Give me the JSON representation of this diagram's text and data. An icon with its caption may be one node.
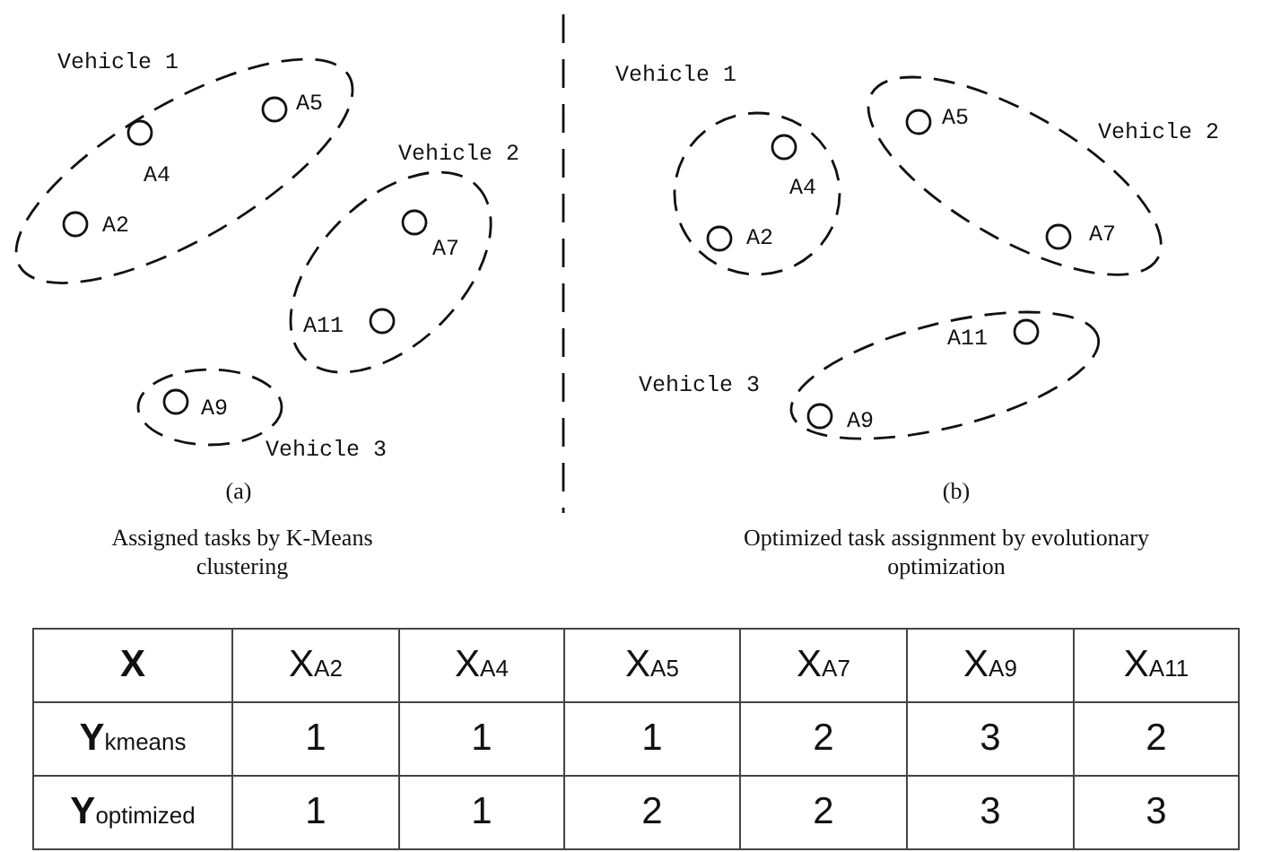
{
  "diagram": {
    "nodes": [
      {
        "text": [
          "Vehicle 1"
        ]
      },
      {
        "text": [],
        "shape": "circle",
        "in": 0,
        "beside": [
          "A2"
        ]
      },
      {
        "text": [],
        "shape": "circle",
        "in": 0,
        "beside": [
          "A4"
        ]
      },
      {
        "text": [],
        "shape": "circle",
        "in": 0,
        "beside": [
          "A5"
        ]
      },
      {
        "text": [
          "Vehicle 2"
        ]
      },
      {
        "text": [],
        "shape": "circle",
        "in": 4,
        "beside": [
          "A7"
        ]
      },
      {
        "text": [],
        "shape": "circle",
        "in": 4,
        "beside": [
          "A11"
        ]
      },
      {
        "text": [
          "Vehicle 3"
        ]
      },
      {
        "text": [],
        "shape": "circle",
        "in": 7,
        "beside": [
          "A9"
        ]
      },
      {
        "text": [
          "Vehicle 1"
        ]
      },
      {
        "text": [],
        "shape": "circle",
        "in": 9,
        "beside": [
          "A2"
        ]
      },
      {
        "text": [],
        "shape": "circle",
        "in": 9,
        "beside": [
          "A4"
        ]
      },
      {
        "text": [
          "Vehicle 2"
        ]
      },
      {
        "text": [],
        "shape": "circle",
        "in": 12,
        "beside": [
          "A5"
        ]
      },
      {
        "text": [],
        "shape": "circle",
        "in": 12,
        "beside": [
          "A7"
        ]
      },
      {
        "text": [
          "Vehicle 3"
        ]
      },
      {
        "text": [],
        "shape": "circle",
        "in": 15,
        "beside": [
          "A9"
        ]
      },
      {
        "text": [],
        "shape": "circle",
        "in": 15,
        "beside": [
          "A11"
        ]
      }
    ],
    "labels": [
      "(a)",
      "Assigned tasks by K-Means clustering",
      "(b)",
      "Optimized task assignment by evolutionary optimization",
      "X",
      "X$_{A2}$",
      "X$_{A4}$",
      "X$_{A5}$",
      "X$_{A7}$",
      "X$_{A9}$",
      "X$_{A11}$",
      "**Y**$_{kmeans}$",
      "1",
      "1",
      "1",
      "2",
      "3",
      "2",
      "**Y**$_{optimized}$",
      "1",
      "1",
      "2",
      "2",
      "3",
      "3"
    ]
  }
}
